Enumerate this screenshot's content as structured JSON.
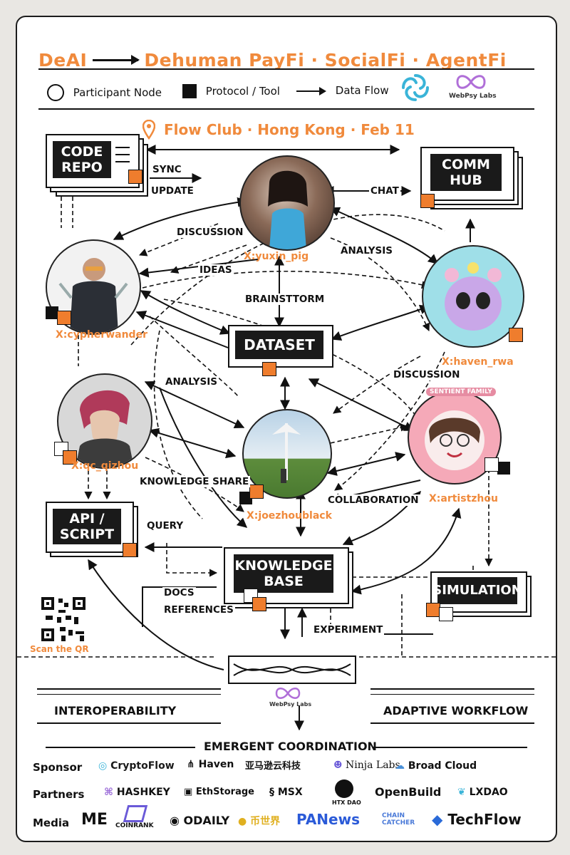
{
  "title": {
    "left": "DeAI",
    "right": "Dehuman  PayFi · SocialFi · AgentFi"
  },
  "legend": {
    "participant": "Participant Node",
    "protocol": "Protocol / Tool",
    "flow": "Data Flow",
    "logo_text": "WebPsy Labs"
  },
  "location": "Flow Club · Hong Kong · Feb 11",
  "nodes": {
    "code_repo": "CODE\nREPO",
    "comm_hub": "COMM\nHUB",
    "dataset": "DATASET",
    "api_script": "API /\nSCRIPT",
    "knowledge_base": "KNOWLEDGE\nBASE",
    "simulation": "SIMULATION"
  },
  "participants": {
    "yuxin": "X:yuxin_pig",
    "cypherwander": "X:cypherwander",
    "haven": "X:haven_rwa",
    "qc": "X:qc_qizhou",
    "joe": "X:joezhoublack",
    "artist": "X:artistzhou",
    "sentient": "SENTIENT FAMILY"
  },
  "edges": {
    "sync": "SYNC",
    "update": "UPDATE",
    "chat": "CHAT",
    "discussion1": "DISCUSSION",
    "analysis1": "ANALYSIS",
    "ideas": "IDEAS",
    "brainstorm": "BRAINSTTORM",
    "analysis2": "ANALYSIS",
    "discussion2": "DISCUSSION",
    "knowledge_share": "KNOWLEDGE SHARE",
    "collaboration": "COLLABORATION",
    "query": "QUERY",
    "docs": "DOCS",
    "references": "REFERENCES",
    "experiment": "EXPERIMENT"
  },
  "qr_label": "Scan the QR",
  "bottom": {
    "interop": "INTEROPERABILITY",
    "adaptive": "ADAPTIVE WORKFLOW",
    "emergent": "EMERGENT COORDINATION",
    "logo_text": "WebPsy Labs"
  },
  "sponsors": {
    "label": "Sponsor",
    "items": [
      "CryptoFlow",
      "Haven",
      "亚马逊云科技",
      "Ninja Labs",
      "Broad Cloud"
    ]
  },
  "partners": {
    "label": "Partners",
    "items": [
      "HASHKEY",
      "EthStorage",
      "MSX",
      "HTX DAO",
      "OpenBuild",
      "LXDAO"
    ]
  },
  "media": {
    "label": "Media",
    "items": [
      "ME",
      "COINRANK",
      "ODAILY",
      "币世界",
      "PANews",
      "CHAIN CATCHER",
      "TechFlow"
    ]
  },
  "colors": {
    "accent": "#f08a3c",
    "dark": "#1a1a1a"
  }
}
